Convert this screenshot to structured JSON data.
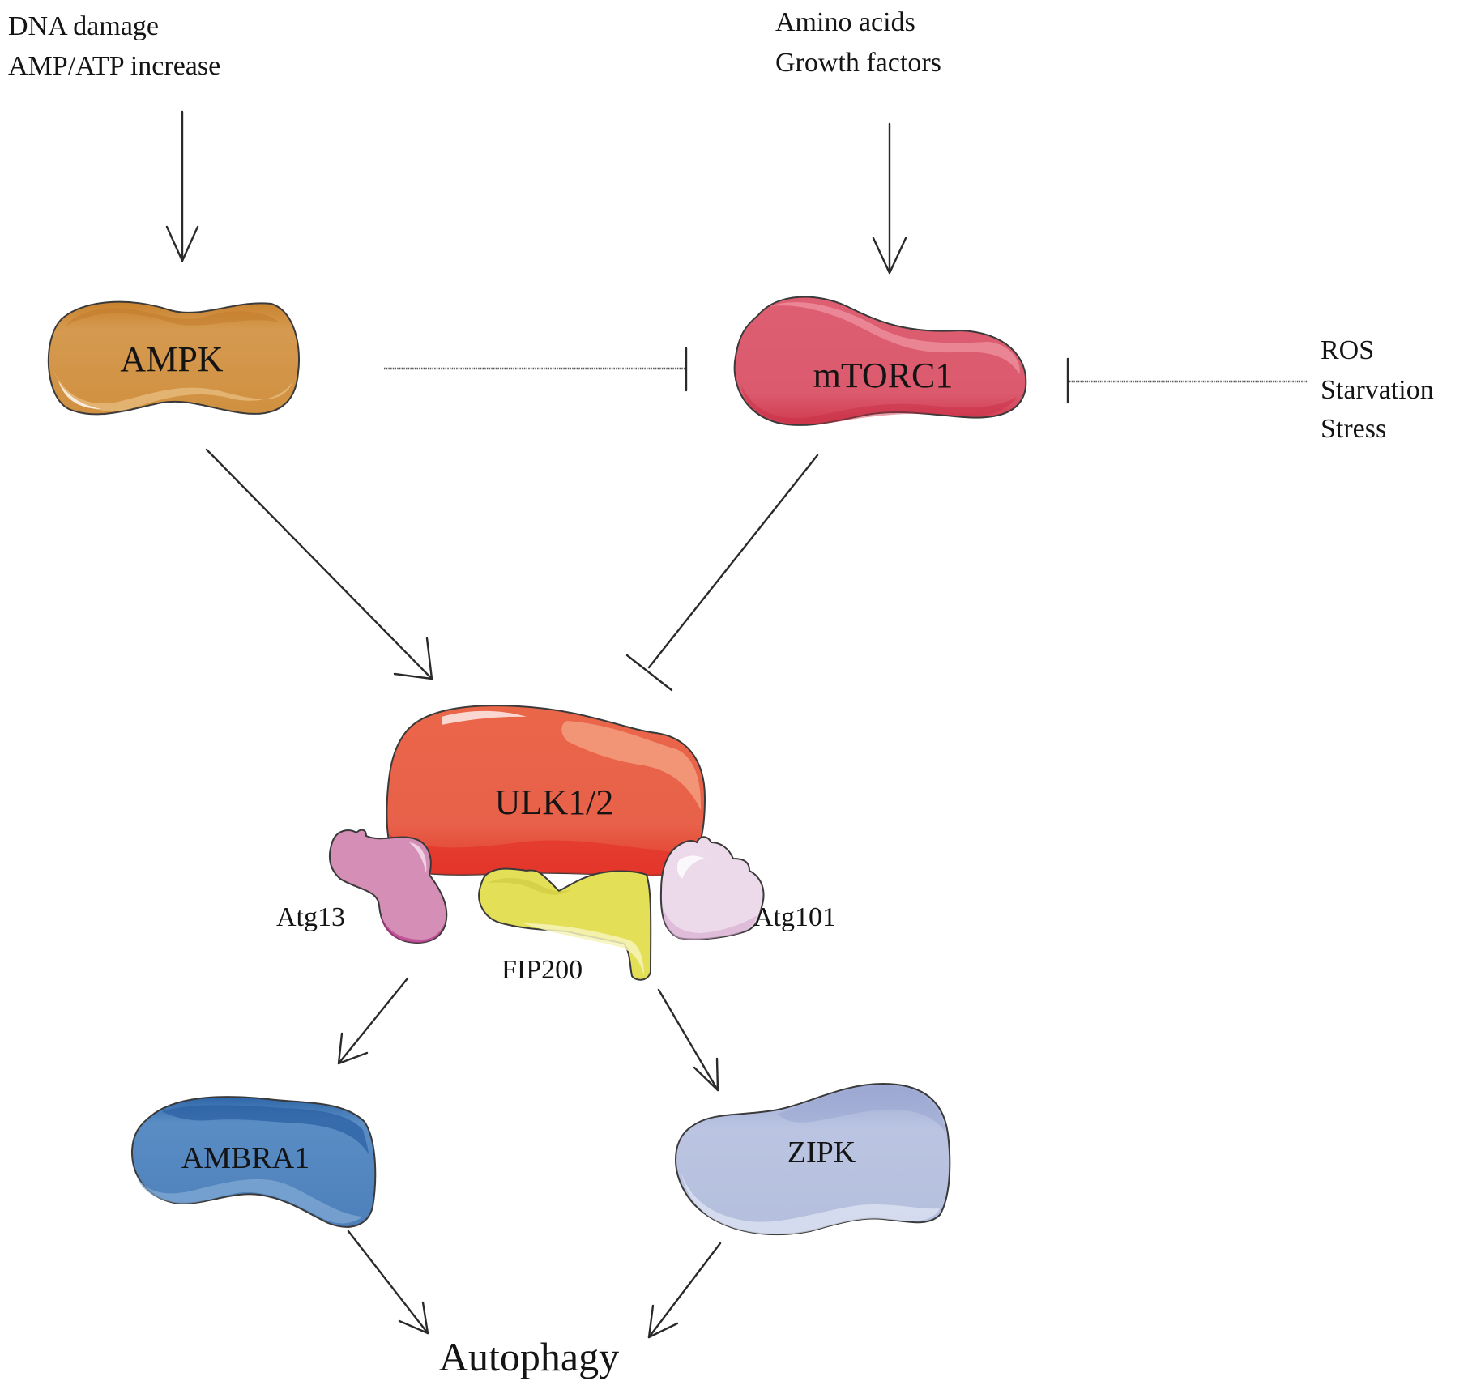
{
  "figure": {
    "type": "signaling pathway diagram",
    "topic": "Regulation of autophagy via AMPK, mTORC1 and the ULK1/2 complex"
  },
  "stimuli": {
    "ampk_inputs": [
      "DNA damage",
      "AMP/ATP increase"
    ],
    "mtorc1_inputs": [
      "Amino acids",
      "Growth factors"
    ],
    "mtorc1_inhibitors": [
      "ROS",
      "Starvation",
      "Stress"
    ]
  },
  "nodes": {
    "ampk": {
      "label": "AMPK",
      "color": "#D4964A"
    },
    "mtorc1": {
      "label": "mTORC1",
      "color": "#DD5A6E"
    },
    "ulk": {
      "label": "ULK1/2",
      "color": "#EA6447"
    },
    "atg13": {
      "label": "Atg13",
      "color": "#D48AB4"
    },
    "fip200": {
      "label": "FIP200",
      "color": "#E3E05A"
    },
    "atg101": {
      "label": "Atg101",
      "color": "#EBD9E8"
    },
    "ambra1": {
      "label": "AMBRA1",
      "color": "#5587BF"
    },
    "zipk": {
      "label": "ZIPK",
      "color": "#B9C3E0"
    }
  },
  "outcome": {
    "label": "Autophagy"
  },
  "edges": [
    {
      "from": "DNA damage / AMP/ATP increase",
      "to": "AMPK",
      "type": "activation"
    },
    {
      "from": "Amino acids / Growth factors",
      "to": "mTORC1",
      "type": "activation"
    },
    {
      "from": "AMPK",
      "to": "mTORC1",
      "type": "inhibition"
    },
    {
      "from": "ROS / Starvation / Stress",
      "to": "mTORC1",
      "type": "inhibition"
    },
    {
      "from": "AMPK",
      "to": "ULK1/2",
      "type": "activation"
    },
    {
      "from": "mTORC1",
      "to": "ULK1/2",
      "type": "inhibition"
    },
    {
      "from": "ULK1/2 complex",
      "to": "AMBRA1",
      "type": "activation"
    },
    {
      "from": "ULK1/2 complex",
      "to": "ZIPK",
      "type": "activation"
    },
    {
      "from": "AMBRA1",
      "to": "Autophagy",
      "type": "activation"
    },
    {
      "from": "ZIPK",
      "to": "Autophagy",
      "type": "activation"
    }
  ]
}
